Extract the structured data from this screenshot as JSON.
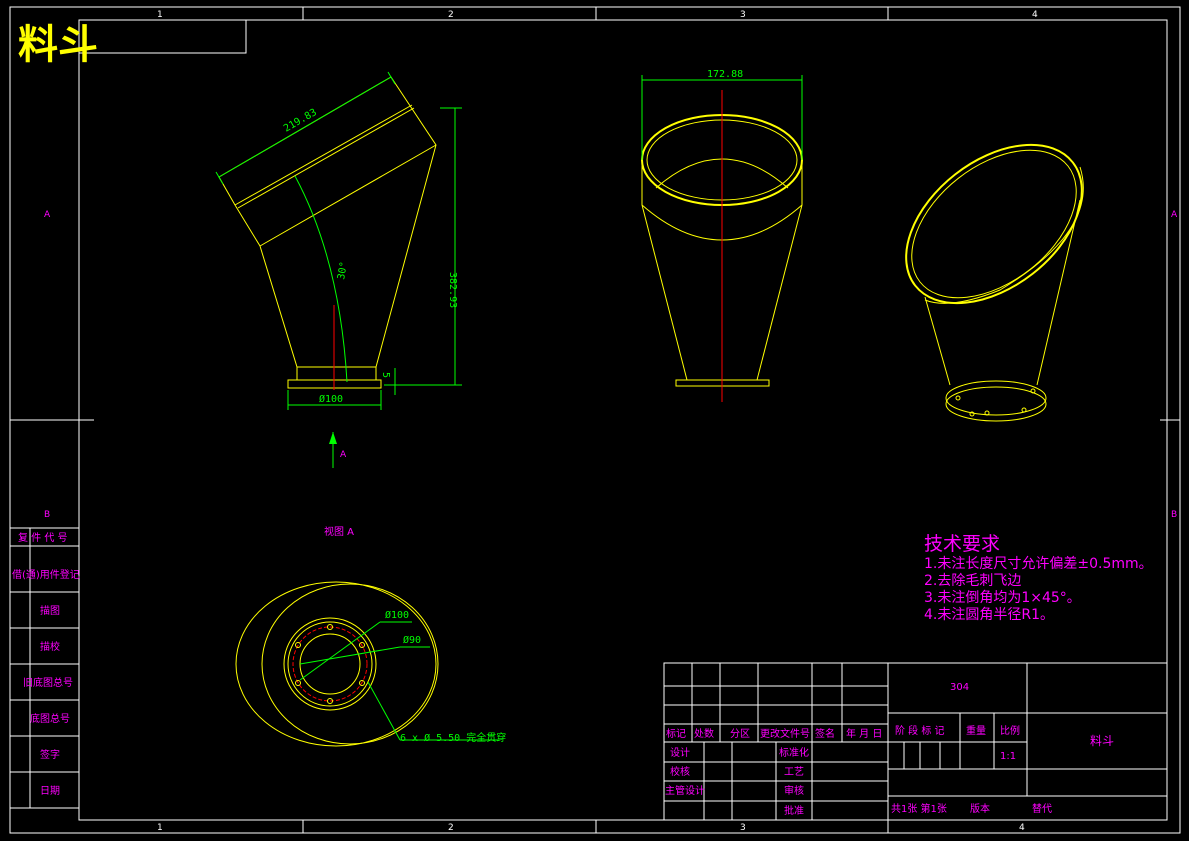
{
  "title": "料斗",
  "zone_numbers": [
    "1",
    "2",
    "3",
    "4"
  ],
  "zone_letters": [
    "A",
    "B"
  ],
  "dimensions": {
    "slant_length": "219.83",
    "height": "382.93",
    "angle": "30°",
    "flange_thk": "5",
    "base_dia": "Ø100",
    "top_dia": "172.88",
    "outer_dia": "Ø100",
    "inner_dia": "Ø90",
    "holes": "6 x Ø 5.50 完全贯穿"
  },
  "view_labels": {
    "arrow_a": "A",
    "view_a": "视图 A"
  },
  "tech_req": {
    "heading": "技术要求",
    "items": [
      "1.未注长度尺寸允许偏差±0.5mm。",
      "2.去除毛刺飞边",
      "3.未注倒角均为1×45°。",
      "4.未注圆角半径R1。"
    ]
  },
  "left_strip": [
    "复 件 代 号",
    "借(通)用件登记",
    "描图",
    "描校",
    "旧底图总号",
    "底图总号",
    "签字",
    "日期"
  ],
  "title_block": {
    "material": "304",
    "part_name": "料斗",
    "scale": "1:1",
    "header_row": [
      "标记",
      "处数",
      "分区",
      "更改文件号",
      "签名",
      "年 月 日"
    ],
    "stage_labels": [
      "阶 段 标 记",
      "重量",
      "比例"
    ],
    "people_left": [
      "设计",
      "校核",
      "主管设计"
    ],
    "people_mid": [
      "标准化",
      "工艺",
      "审核",
      "批准"
    ],
    "sheet": "共1张 第1张",
    "version": "版本",
    "replace": "替代"
  }
}
